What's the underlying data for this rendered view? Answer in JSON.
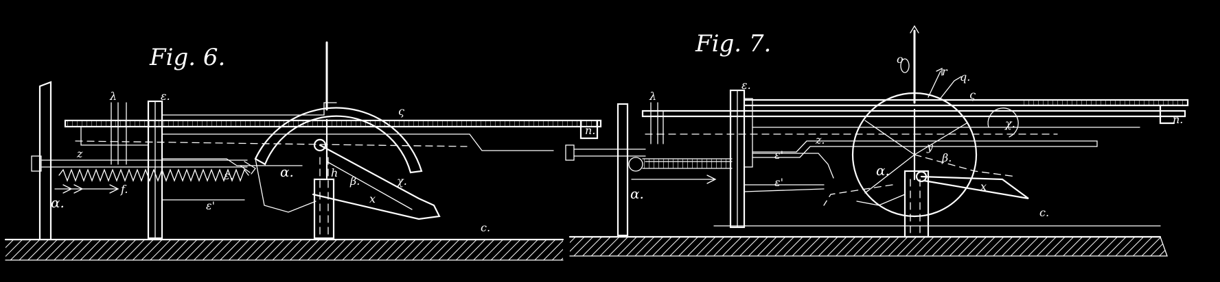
{
  "figures": [
    {
      "caption": "Fig. 6.",
      "labels": {
        "a_left": "α.",
        "a_disc": "α.",
        "lambda": "λ",
        "epsilon_top": "ε.",
        "epsilon_mid": "ε.",
        "epsilon_low": "ε'",
        "s_top": "ς",
        "n": "n.",
        "beta": "β.",
        "x": "x",
        "chi": "χ.",
        "f": "f.",
        "z": "z",
        "c": "c.",
        "h": "h"
      }
    },
    {
      "caption": "Fig. 7.",
      "labels": {
        "a_left": "α.",
        "a_disc": "α.",
        "lambda": "λ",
        "epsilon_top": "ε.",
        "epsilon_mid": "ε'",
        "epsilon_low": "ε'",
        "s_top": "ς",
        "n": "n.",
        "beta": "β.",
        "x": "x",
        "chi": "χ.",
        "z": "z.",
        "c": "c.",
        "o": "o",
        "q": "q.",
        "r": "r",
        "y": "y"
      }
    }
  ],
  "colors": {
    "background": "#000000",
    "ink": "#ffffff"
  }
}
